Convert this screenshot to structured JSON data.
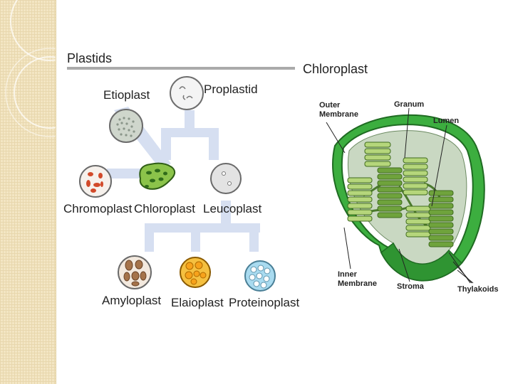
{
  "slide": {
    "left_title": "Plastids",
    "right_title": "Chloroplast"
  },
  "plastid_tree": {
    "nodes": [
      {
        "key": "proplastid",
        "label": "Proplastid"
      },
      {
        "key": "etioplast",
        "label": "Etioplast"
      },
      {
        "key": "chromoplast",
        "label": "Chromoplast"
      },
      {
        "key": "chloroplast",
        "label": "Chloroplast"
      },
      {
        "key": "leucoplast",
        "label": "Leucoplast"
      },
      {
        "key": "amyloplast",
        "label": "Amyloplast"
      },
      {
        "key": "elaioplast",
        "label": "Elaioplast"
      },
      {
        "key": "proteinoplast",
        "label": "Proteinoplast"
      }
    ]
  },
  "chloroplast_diagram": {
    "labels": {
      "outer": "Outer\nMembrane",
      "granum": "Granum",
      "lumen": "Lumen",
      "inner": "Inner\nMembrane",
      "stroma": "Stroma",
      "thylakoids": "Thylakoids"
    }
  },
  "colors": {
    "accent_green": "#3cae3f",
    "stroma": "#c9d8c2",
    "grana": "#b5d67b",
    "connector": "#d6dff1",
    "side_panel": "#f3e6c4"
  }
}
